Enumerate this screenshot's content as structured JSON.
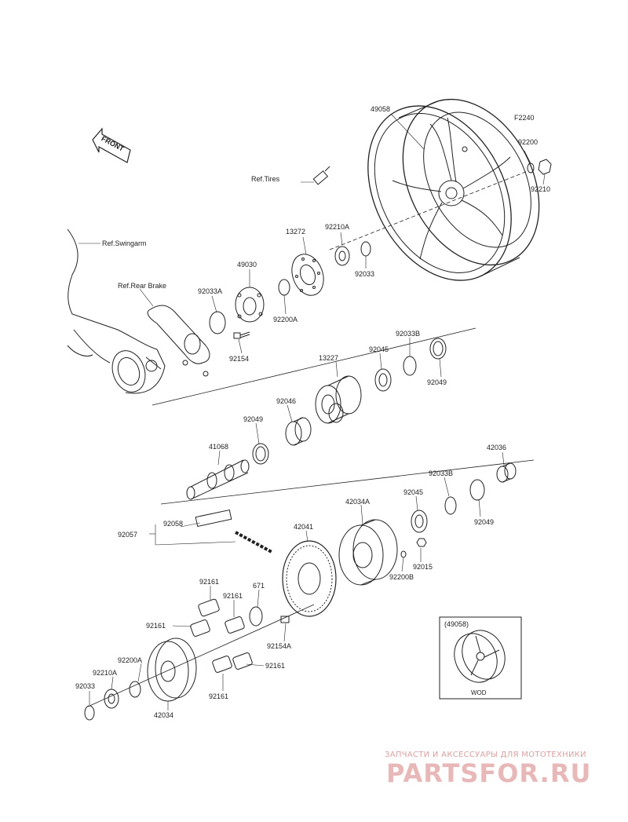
{
  "diagram_code": "F2240",
  "front_label": "FRONT",
  "refs": {
    "tires": "Ref.Tires",
    "swingarm": "Ref.Swingarm",
    "rear_brake": "Ref.Rear Brake"
  },
  "parts": {
    "p49058": "49058",
    "p92200": "92200",
    "p92210": "92210",
    "p13272": "13272",
    "p92210A": "92210A",
    "p92033": "92033",
    "p49030": "49030",
    "p92033A": "92033A",
    "p92200A": "92200A",
    "p92154": "92154",
    "p92033B": "92033B",
    "p92045": "92045",
    "p13227": "13227",
    "p92049": "92049",
    "p92046": "92046",
    "p41068": "41068",
    "p92058": "92058",
    "p92057": "92057",
    "p42036": "42036",
    "p42034A": "42034A",
    "p42041": "42041",
    "p92015": "92015",
    "p92200B": "92200B",
    "p671": "671",
    "p92161": "92161",
    "p92154A": "92154A",
    "p42034": "42034"
  },
  "inset": {
    "title": "(49058)",
    "caption": "WOD"
  },
  "watermark": {
    "line1": "ЗАПЧАСТИ И АКСЕССУАРЫ ДЛЯ МОТОТЕХНИКИ",
    "line2": "PARTSFOR.RU"
  }
}
